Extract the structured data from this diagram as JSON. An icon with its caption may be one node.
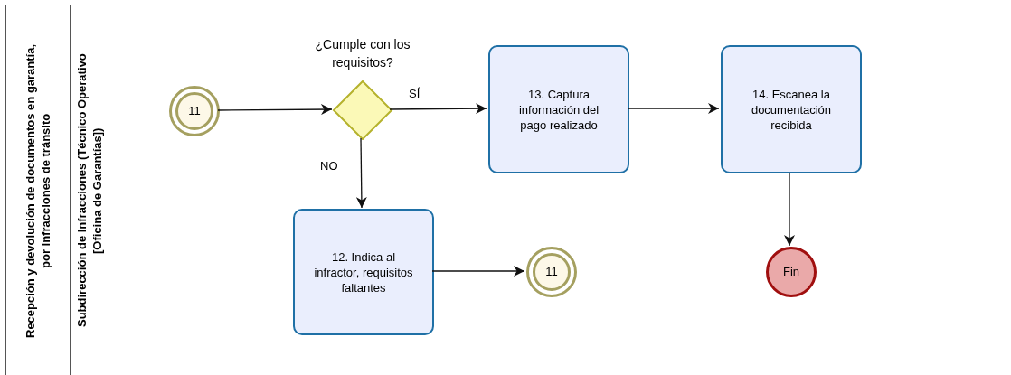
{
  "diagram": {
    "nodes": [
      {
        "text": [
          "Recepción y devolución de documentos en garantía, por infracciones de tránsito"
        ]
      },
      {
        "text": [
          "Subdirección de Infracciones (Técnico Operativo [Oficina de Garantías])"
        ],
        "in": 0
      },
      {
        "text": [
          "11"
        ],
        "in": 1
      },
      {
        "text": [
          "¿Cumple con los requisitos?"
        ],
        "in": 1
      },
      {
        "text": [
          "13. Captura información del pago realizado"
        ],
        "in": 1
      },
      {
        "text": [
          "14. Escanea la documentación recibida"
        ],
        "in": 1
      },
      {
        "text": [
          "12. Indica al infractor, requisitos faltantes"
        ],
        "in": 1
      },
      {
        "text": [
          "11"
        ],
        "in": 1
      },
      {
        "text": [
          "Fin"
        ],
        "in": 1
      }
    ],
    "edges": [
      {
        "from": 2,
        "to": 3,
        "arrow": "to"
      },
      {
        "from": 3,
        "to": 4,
        "arrow": "to",
        "label": "SÍ"
      },
      {
        "from": 3,
        "to": 6,
        "arrow": "to",
        "label": "NO"
      },
      {
        "from": 4,
        "to": 5,
        "arrow": "to"
      },
      {
        "from": 6,
        "to": 7,
        "arrow": "to"
      },
      {
        "from": 5,
        "to": 8,
        "arrow": "to"
      }
    ]
  }
}
